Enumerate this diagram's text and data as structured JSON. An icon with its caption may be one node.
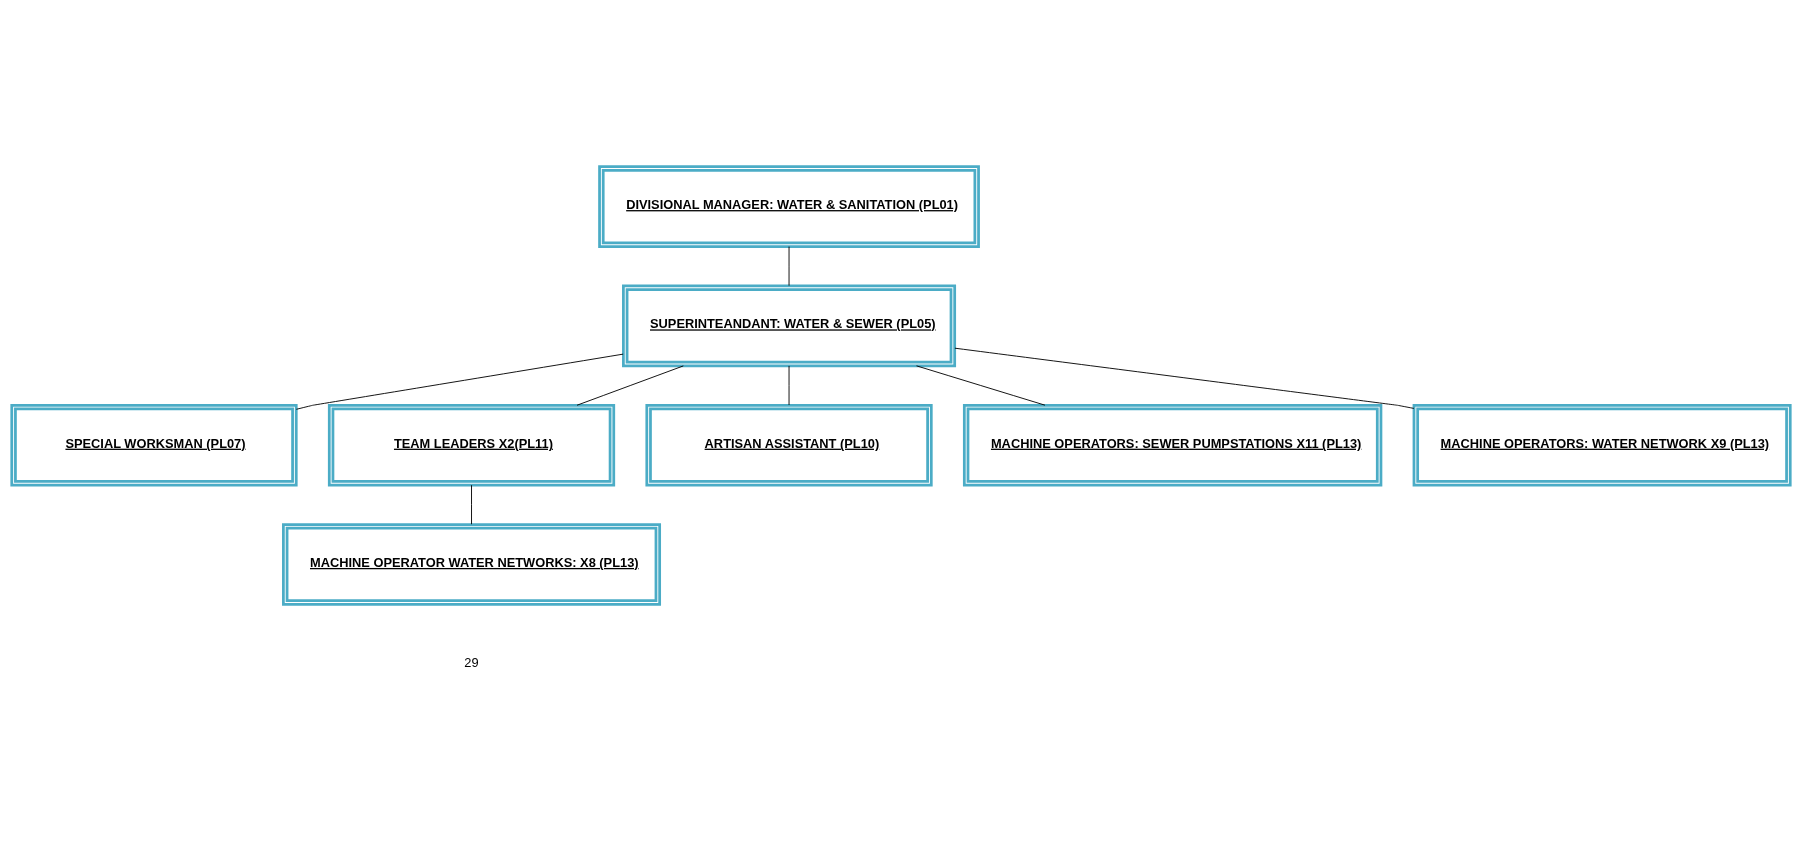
{
  "diagram": {
    "nodes": [
      {
        "text": [
          "DIVISIONAL MANAGER: WATER & SANITATION (PL01)"
        ]
      },
      {
        "text": [
          "SUPERINTEANDANT: WATER & SEWER (PL05)"
        ]
      },
      {
        "text": [
          "SPECIAL WORKSMAN (PL07)"
        ]
      },
      {
        "text": [
          "TEAM LEADERS X2(PL11)"
        ]
      },
      {
        "text": [
          "ARTISAN ASSISTANT (PL10)"
        ]
      },
      {
        "text": [
          "MACHINE OPERATORS: SEWER PUMPSTATIONS X11 (PL13)"
        ]
      },
      {
        "text": [
          "MACHINE OPERATORS: WATER NETWORK X9 (PL13)"
        ]
      },
      {
        "text": [
          "MACHINE OPERATOR WATER NETWORKS: X8 (PL13)"
        ]
      }
    ],
    "edges": [
      {
        "from": 0,
        "to": 1,
        "arrow": "none"
      },
      {
        "from": 1,
        "to": 2,
        "arrow": "none"
      },
      {
        "from": 1,
        "to": 3,
        "arrow": "none"
      },
      {
        "from": 1,
        "to": 4,
        "arrow": "none"
      },
      {
        "from": 1,
        "to": 5,
        "arrow": "none"
      },
      {
        "from": 1,
        "to": 6,
        "arrow": "none"
      },
      {
        "from": 3,
        "to": 7,
        "arrow": "none"
      }
    ],
    "labels": [
      "29"
    ]
  }
}
